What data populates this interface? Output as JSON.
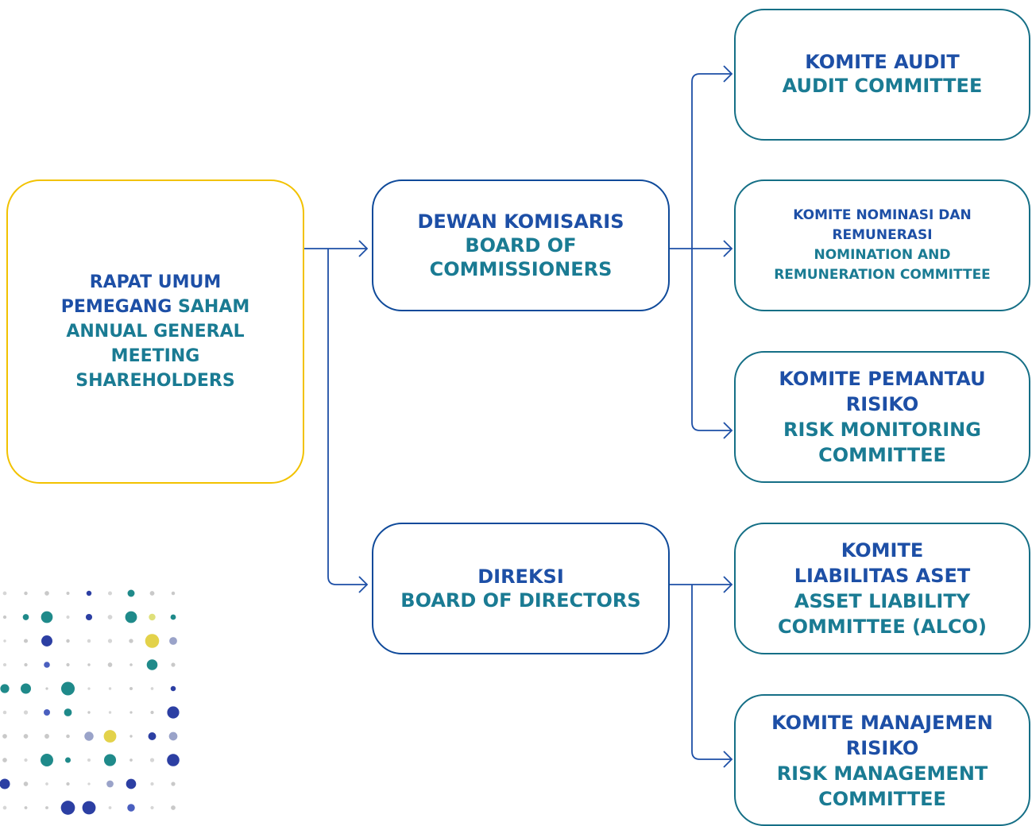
{
  "nodes": {
    "agm": {
      "id_lines": [
        "RAPAT UMUM",
        "PEMEGANG"
      ],
      "id_inline_suffix": "SAHAM",
      "en_lines": [
        "ANNUAL GENERAL",
        "MEETING",
        "SHAREHOLDERS"
      ]
    },
    "board_commissioners": {
      "id_lines": [
        "DEWAN KOMISARIS"
      ],
      "en_lines": [
        "BOARD OF",
        "COMMISSIONERS"
      ]
    },
    "board_directors": {
      "id_lines": [
        "DIREKSI"
      ],
      "en_lines": [
        "BOARD OF DIRECTORS"
      ]
    },
    "audit_committee": {
      "id_lines": [
        "KOMITE AUDIT"
      ],
      "en_lines": [
        "AUDIT COMMITTEE"
      ]
    },
    "nomination_committee": {
      "id_lines": [
        "KOMITE NOMINASI DAN",
        "REMUNERASI"
      ],
      "en_lines": [
        "NOMINATION AND",
        "REMUNERATION COMMITTEE"
      ]
    },
    "risk_monitoring_committee": {
      "id_lines": [
        "KOMITE PEMANTAU",
        "RISIKO"
      ],
      "en_lines": [
        "RISK MONITORING",
        "COMMITTEE"
      ]
    },
    "alco_committee": {
      "id_lines": [
        "KOMITE",
        "LIABILITAS ASET"
      ],
      "en_lines": [
        "ASSET LIABILITY",
        "COMMITTEE (ALCO)"
      ]
    },
    "risk_management_committee": {
      "id_lines": [
        "KOMITE MANAJEMEN",
        "RISIKO"
      ],
      "en_lines": [
        "RISK MANAGEMENT",
        "COMMITTEE"
      ]
    }
  },
  "colors": {
    "indonesian_text": "#1d4fa6",
    "english_text": "#1a7b93",
    "connector": "#1d4fa6",
    "agm_border": "#f2c200",
    "board_border": "#0f4a9a",
    "committee_border": "#156f86"
  }
}
